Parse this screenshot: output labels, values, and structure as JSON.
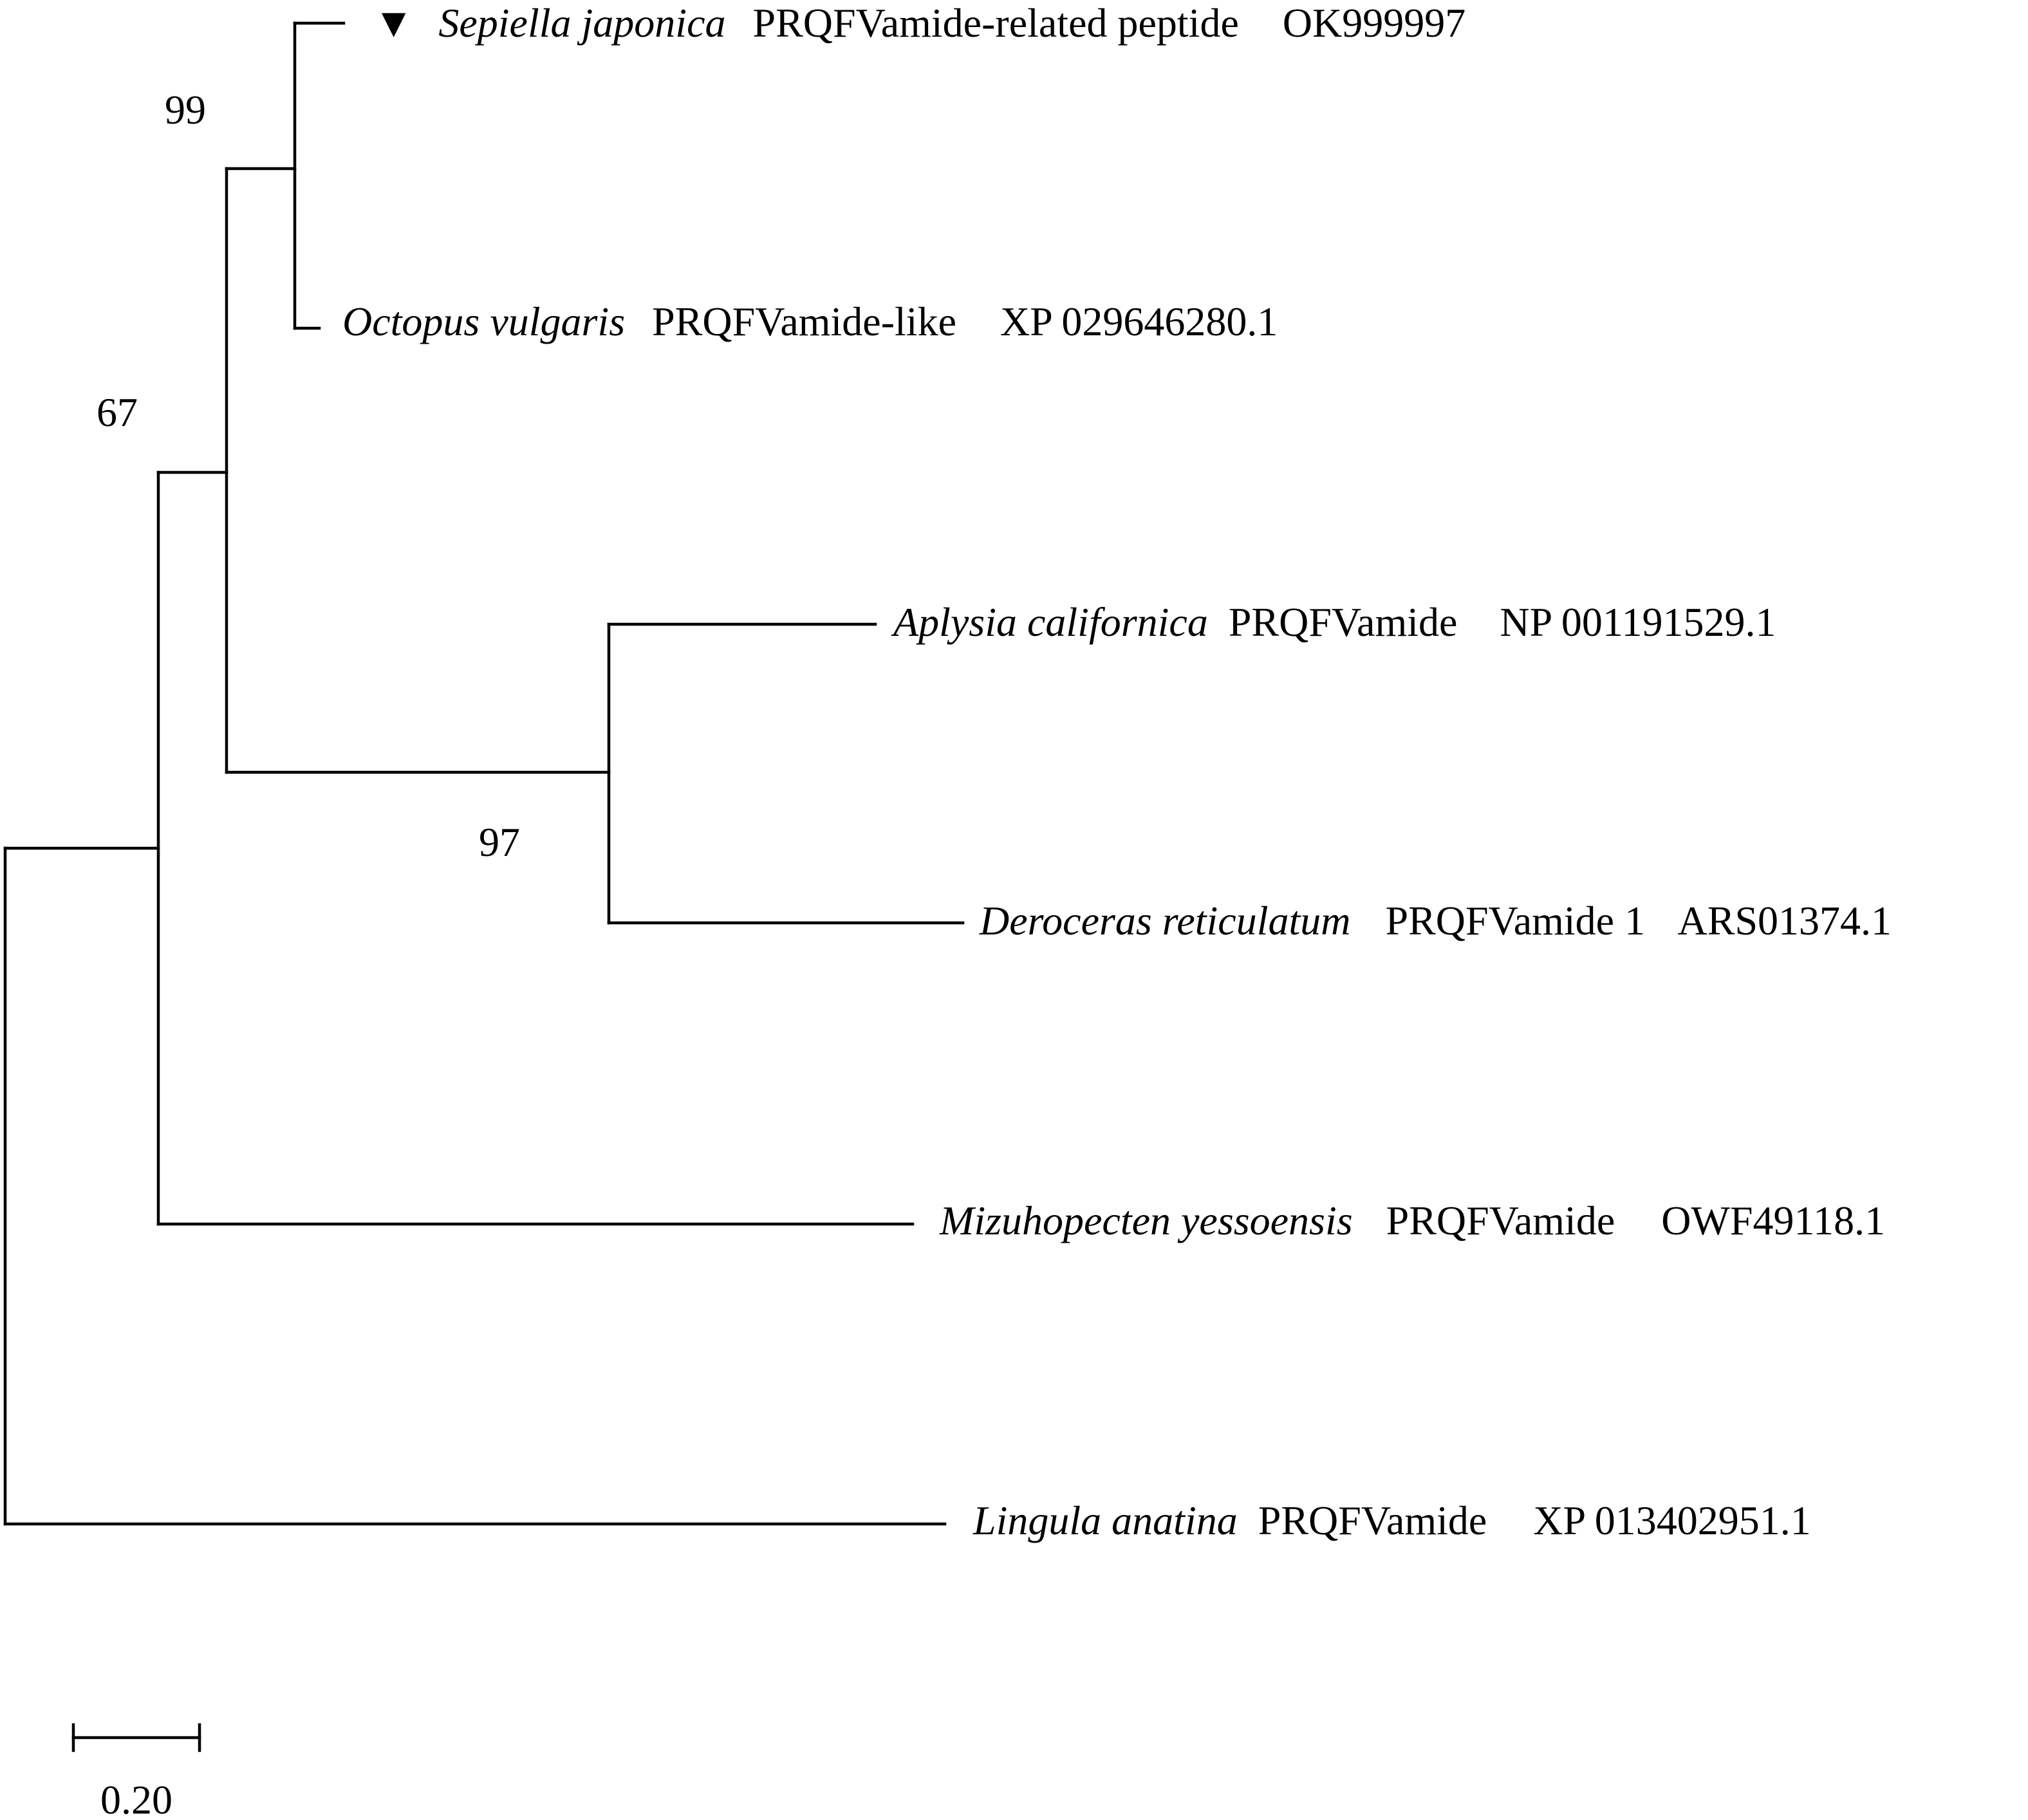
{
  "tree": {
    "leaves": [
      {
        "id": "sepiella",
        "marker": "▼",
        "species": "Sepiella japonica",
        "peptide": "PRQFVamide-related peptide",
        "accession": "OK999997"
      },
      {
        "id": "octopus",
        "marker": "",
        "species": "Octopus vulgaris",
        "peptide": "PRQFVamide-like",
        "accession": "XP 029646280.1"
      },
      {
        "id": "aplysia",
        "marker": "",
        "species": "Aplysia californica",
        "peptide": "PRQFVamide",
        "accession": "NP 001191529.1"
      },
      {
        "id": "deroceras",
        "marker": "",
        "species": "Deroceras reticulatum",
        "peptide": "PRQFVamide 1",
        "accession": "ARS01374.1"
      },
      {
        "id": "mizuhopecten",
        "marker": "",
        "species": "Mizuhopecten yessoensis",
        "peptide": "PRQFVamide",
        "accession": "OWF49118.1"
      },
      {
        "id": "lingula",
        "marker": "",
        "species": "Lingula anatina",
        "peptide": "PRQFVamide",
        "accession": "XP 013402951.1"
      }
    ],
    "bootstrap": {
      "cephalopod_clade": "99",
      "inner_clade": "67",
      "gastropod_clade": "97"
    },
    "scale_bar": {
      "length": 0.2,
      "label": "0.20"
    }
  }
}
